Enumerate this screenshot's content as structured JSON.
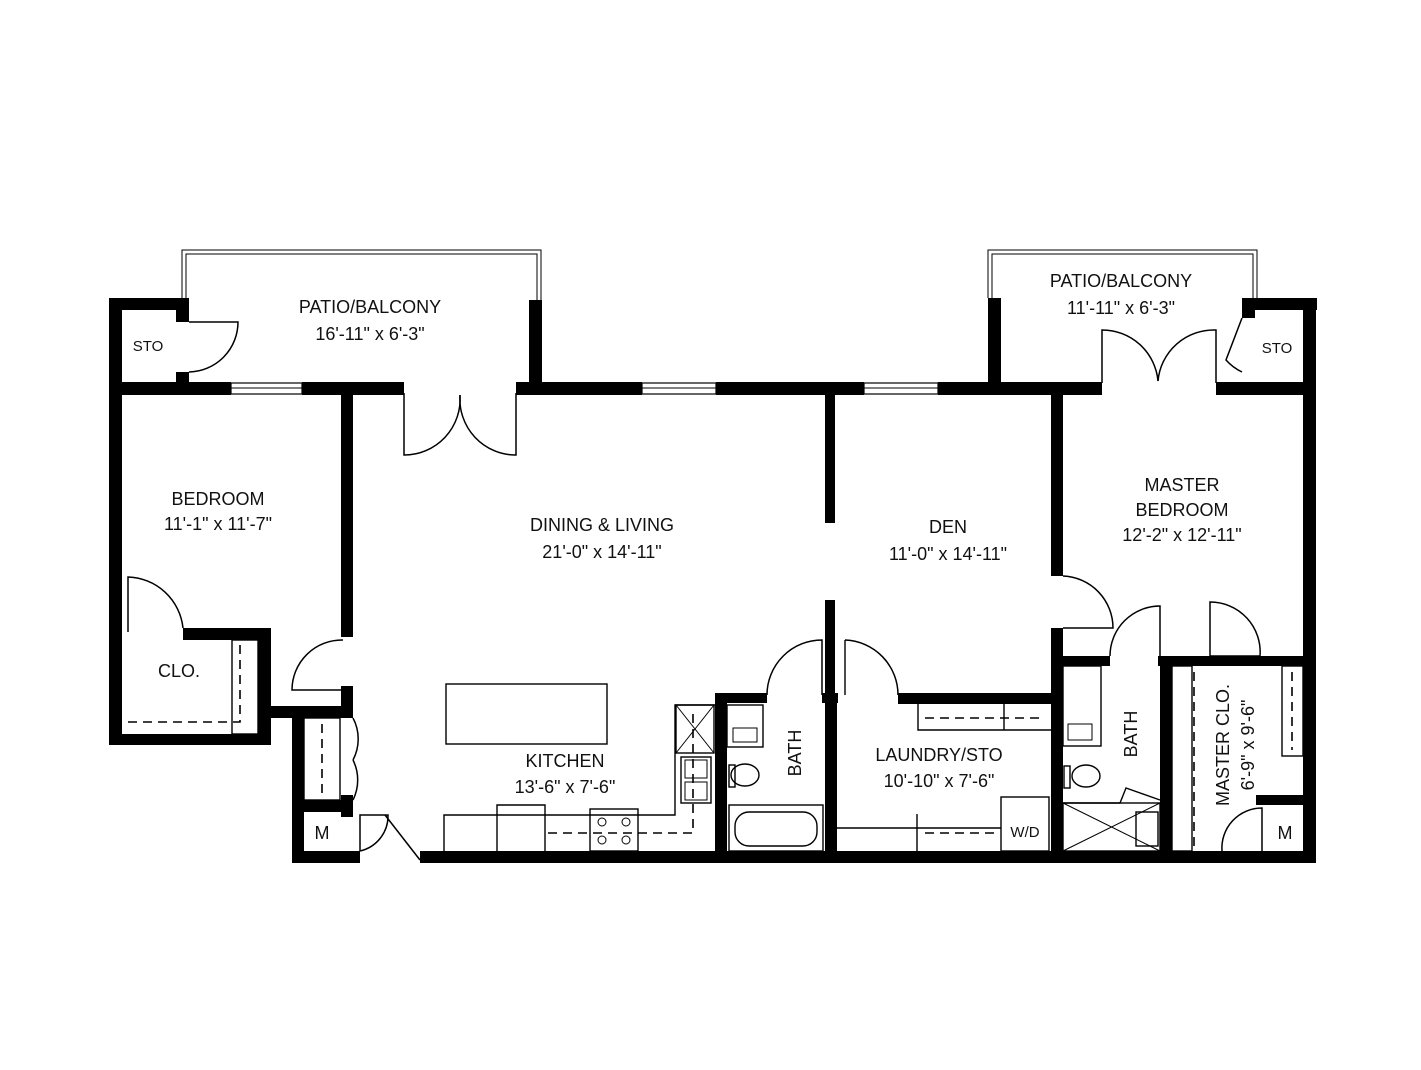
{
  "plan": {
    "rooms": {
      "patio_left": {
        "name": "PATIO/BALCONY",
        "size": "16'-11\" x 6'-3\""
      },
      "patio_right": {
        "name": "PATIO/BALCONY",
        "size": "11'-11\" x 6'-3\""
      },
      "bedroom": {
        "name": "BEDROOM",
        "size": "11'-1\" x 11'-7\""
      },
      "dining": {
        "name": "DINING & LIVING",
        "size": "21'-0\" x 14'-11\""
      },
      "den": {
        "name": "DEN",
        "size": "11'-0\" x 14'-11\""
      },
      "master": {
        "name_line1": "MASTER",
        "name_line2": "BEDROOM",
        "size": "12'-2\" x 12'-11\""
      },
      "kitchen": {
        "name": "KITCHEN",
        "size": "13'-6\" x 7'-6\""
      },
      "laundry": {
        "name": "LAUNDRY/STO",
        "size": "10'-10\" x 7'-6\""
      },
      "master_clo": {
        "name": "MASTER CLO.",
        "size": "6'-9\" x 9'-6\""
      }
    },
    "labels": {
      "sto_left": "STO",
      "sto_right": "STO",
      "clo": "CLO.",
      "m_left": "M",
      "m_right": "M",
      "bath_1": "BATH",
      "bath_2": "BATH",
      "wd": "W/D"
    }
  }
}
